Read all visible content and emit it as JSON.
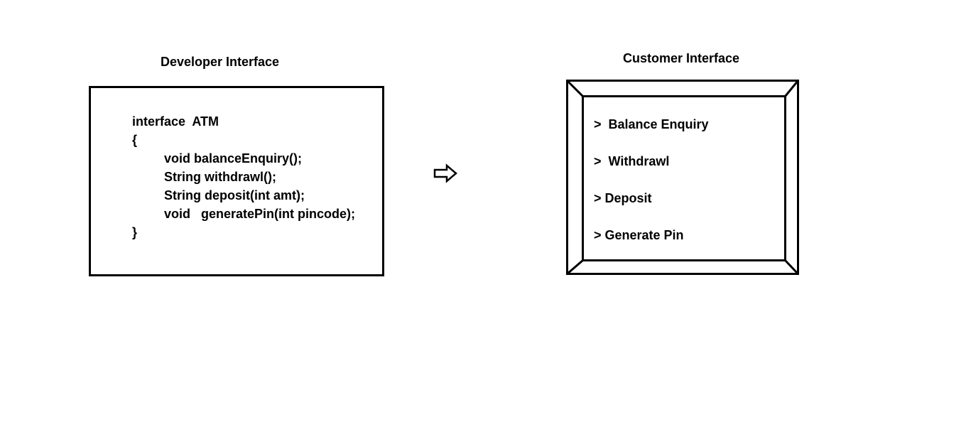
{
  "developer": {
    "title": "Developer Interface",
    "code": [
      "interface  ATM",
      "{",
      "void balanceEnquiry();",
      "String withdrawl();",
      "String deposit(int amt);",
      "void   generatePin(int pincode);",
      "}"
    ]
  },
  "customer": {
    "title": "Customer Interface",
    "menu": [
      ">  Balance Enquiry",
      ">  Withdrawl",
      "> Deposit",
      "> Generate Pin"
    ]
  },
  "arrow_icon": "right-arrow-outline-icon"
}
